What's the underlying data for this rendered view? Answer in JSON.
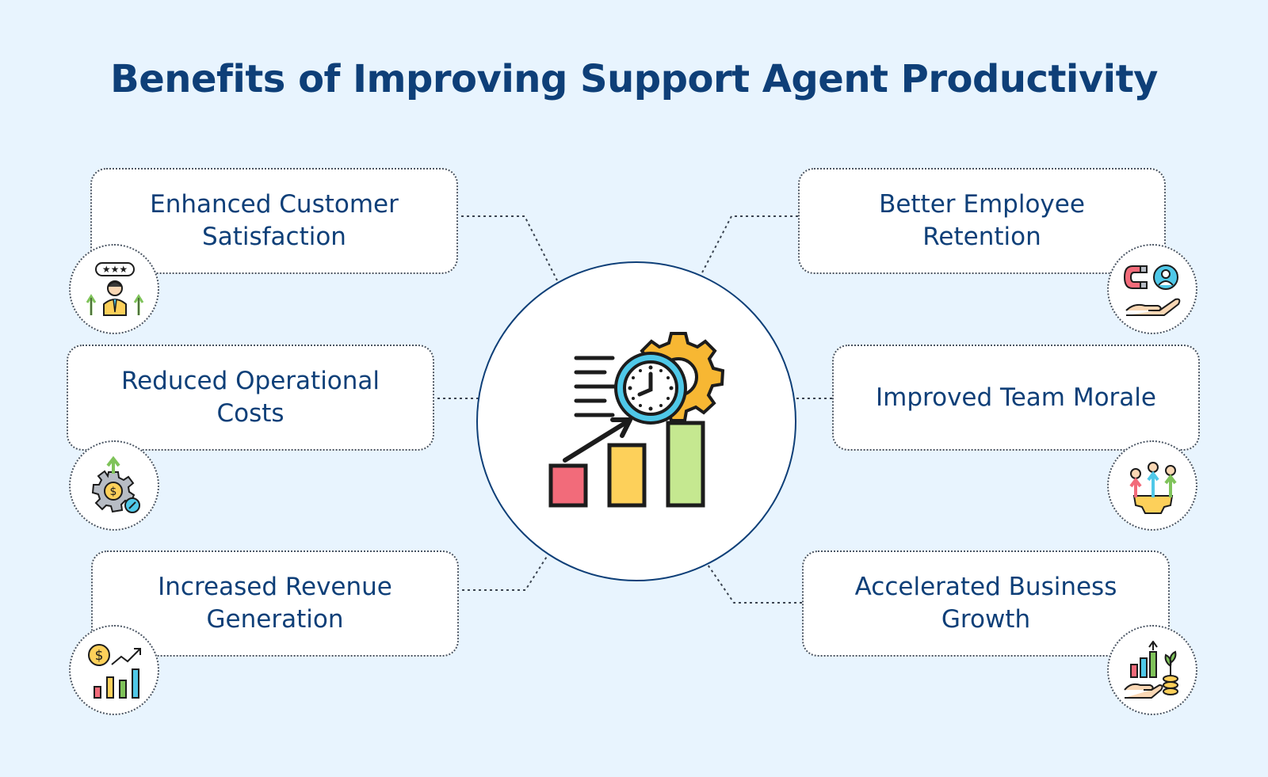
{
  "title": "Benefits of Improving Support Agent Productivity",
  "benefits": [
    {
      "label": "Enhanced Customer\nSatisfaction",
      "icon": "customer-rating-icon"
    },
    {
      "label": "Reduced Operational\nCosts",
      "icon": "cost-gear-icon"
    },
    {
      "label": "Increased Revenue\nGeneration",
      "icon": "revenue-chart-icon"
    },
    {
      "label": "Better Employee\nRetention",
      "icon": "magnet-employee-icon"
    },
    {
      "label": "Improved Team Morale",
      "icon": "team-growth-icon"
    },
    {
      "label": "Accelerated Business\nGrowth",
      "icon": "business-growth-icon"
    }
  ],
  "hub": {
    "icon": "productivity-chart-icon"
  },
  "colors": {
    "background": "#e8f4fe",
    "title": "#0e3f78",
    "outline": "#1c1c1c",
    "red": "#f26b7a",
    "yellow": "#fdd05a",
    "green": "#c5e890",
    "cyan": "#4fc8e8",
    "orange": "#f7b733"
  }
}
